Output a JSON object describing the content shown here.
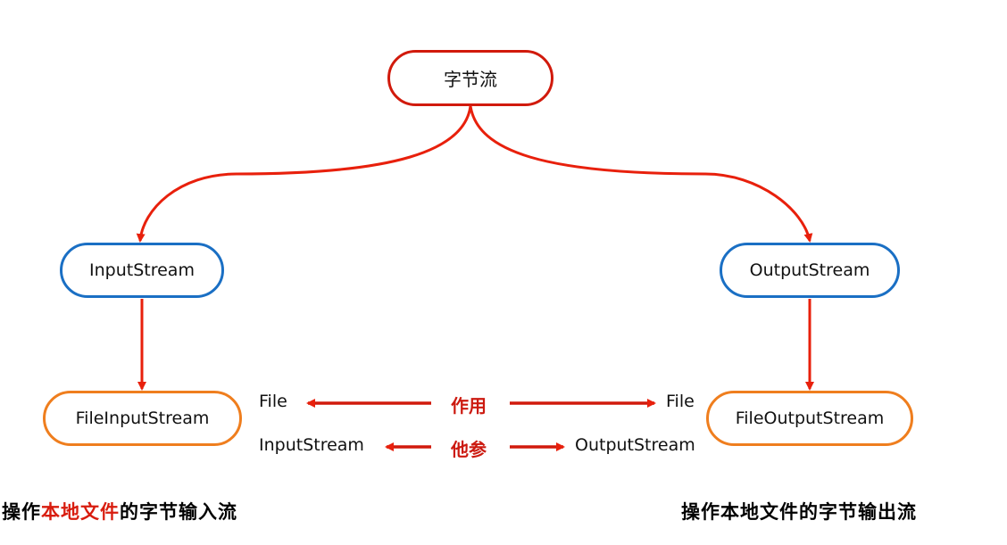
{
  "diagram": {
    "root": {
      "label": "字节流"
    },
    "input_stream": {
      "label": "InputStream"
    },
    "output_stream": {
      "label": "OutputStream"
    },
    "file_input_stream": {
      "label": "FileInputStream"
    },
    "file_output_stream": {
      "label": "FileOutputStream"
    },
    "relations": {
      "row1": {
        "left": "File",
        "center": "作用",
        "right": "File"
      },
      "row2": {
        "left": "InputStream",
        "center": "他参",
        "right": "OutputStream"
      }
    },
    "captions": {
      "left": {
        "prefix": "操作",
        "highlight": "本地文件",
        "suffix": "的字节输入流"
      },
      "right": "操作本地文件的字节输出流"
    },
    "colors": {
      "arrow": "#e8200c",
      "root_border": "#d11a0c",
      "abstract_border": "#1a6fc4",
      "concrete_border": "#ef7e1e",
      "highlight_text": "#d81c0e"
    }
  }
}
